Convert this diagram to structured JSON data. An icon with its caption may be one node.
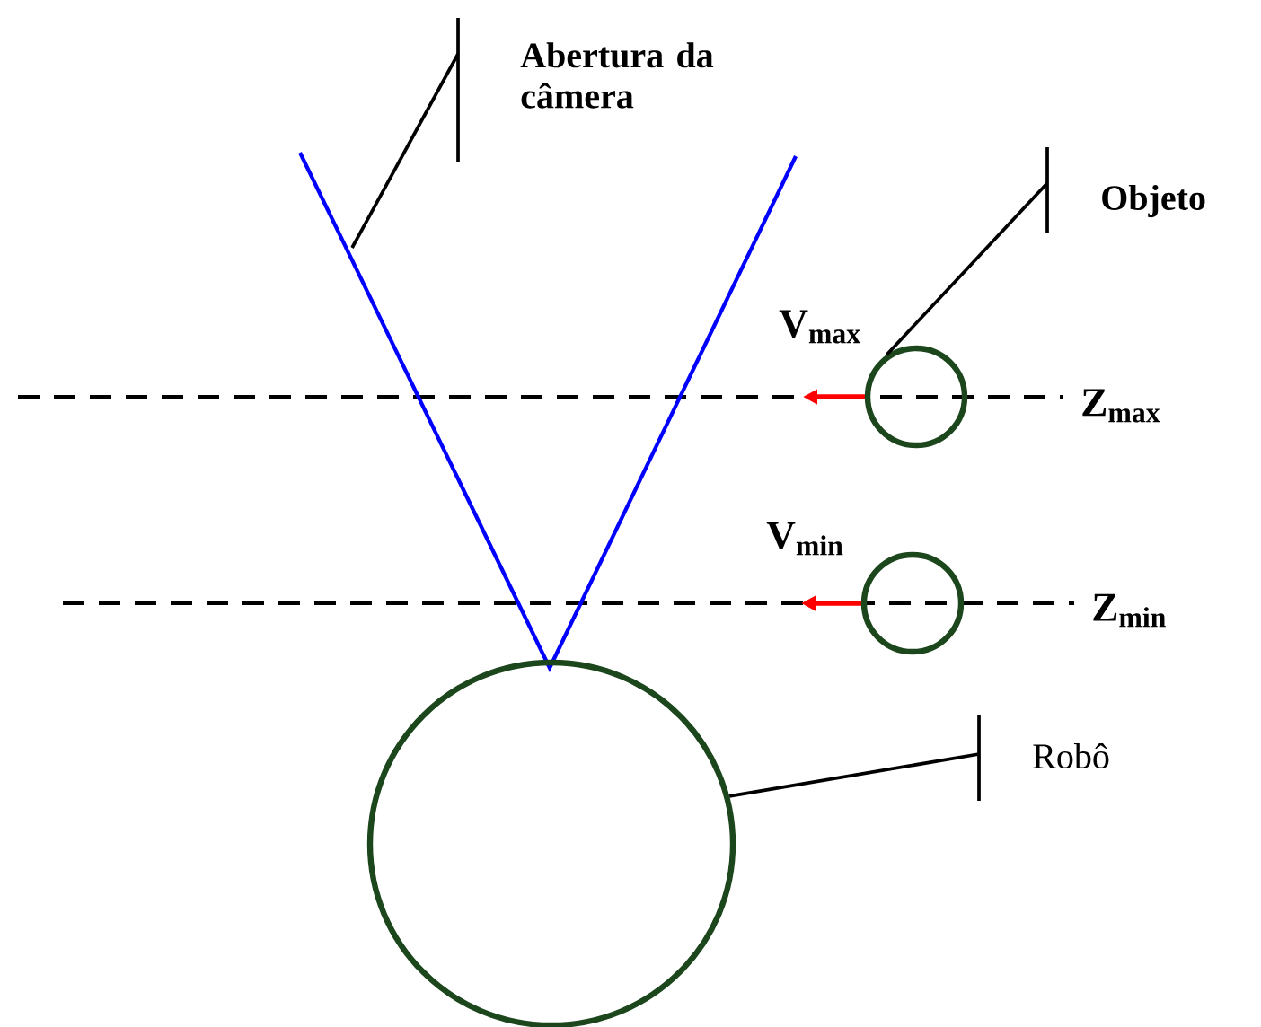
{
  "diagram": {
    "nodes": [
      {
        "text": [
          "Abertura da câmera"
        ]
      },
      {
        "text": [
          "Objeto"
        ]
      },
      {
        "text": [],
        "shape": "circle"
      },
      {
        "text": [],
        "shape": "circle"
      },
      {
        "text": [],
        "shape": "circle"
      },
      {
        "text": [
          "Robô"
        ]
      }
    ],
    "edges": [
      {
        "from": 0,
        "to": null,
        "arrow": "none"
      },
      {
        "from": 1,
        "to": 2,
        "arrow": "none"
      },
      {
        "from": 5,
        "to": 4,
        "arrow": "none"
      }
    ],
    "labels": [
      "V$_{max}$",
      "Z$_{max}$",
      "V$_{min}$",
      "Z$_{min}$"
    ]
  }
}
